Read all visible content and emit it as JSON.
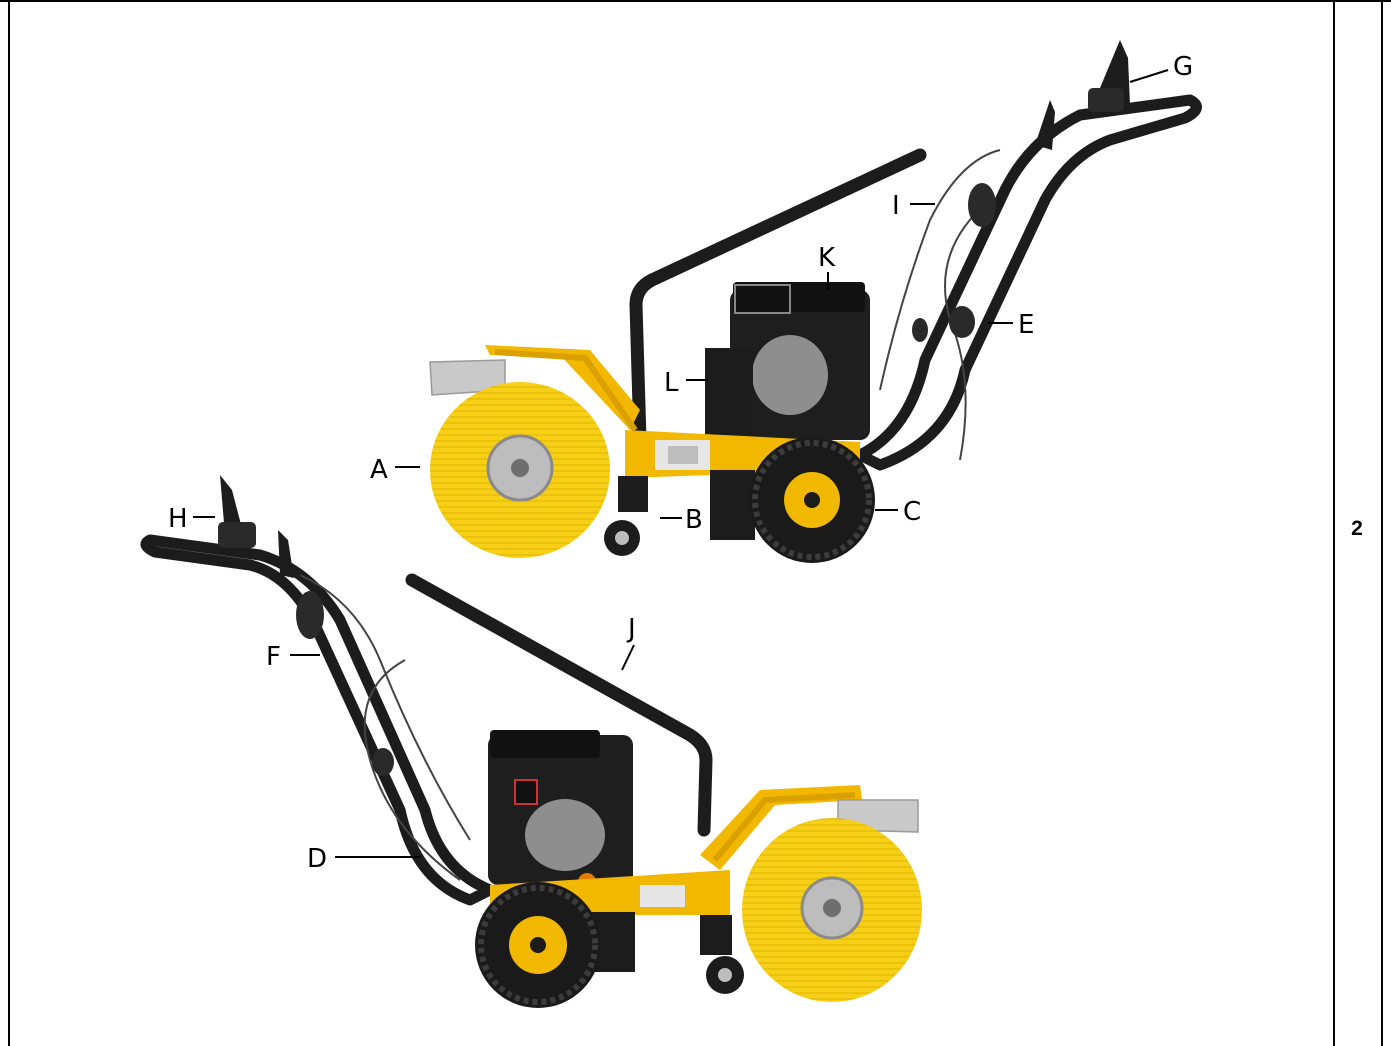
{
  "page": {
    "number": "2"
  },
  "figure": {
    "callouts": [
      "A",
      "B",
      "C",
      "D",
      "E",
      "F",
      "G",
      "H",
      "I",
      "J",
      "K",
      "L"
    ]
  },
  "colors": {
    "brush": "#f6cf16",
    "frame_yellow": "#f2b800",
    "metal_dark": "#1c1c1c",
    "steel": "#b9b9b9",
    "rule": "#000000"
  }
}
